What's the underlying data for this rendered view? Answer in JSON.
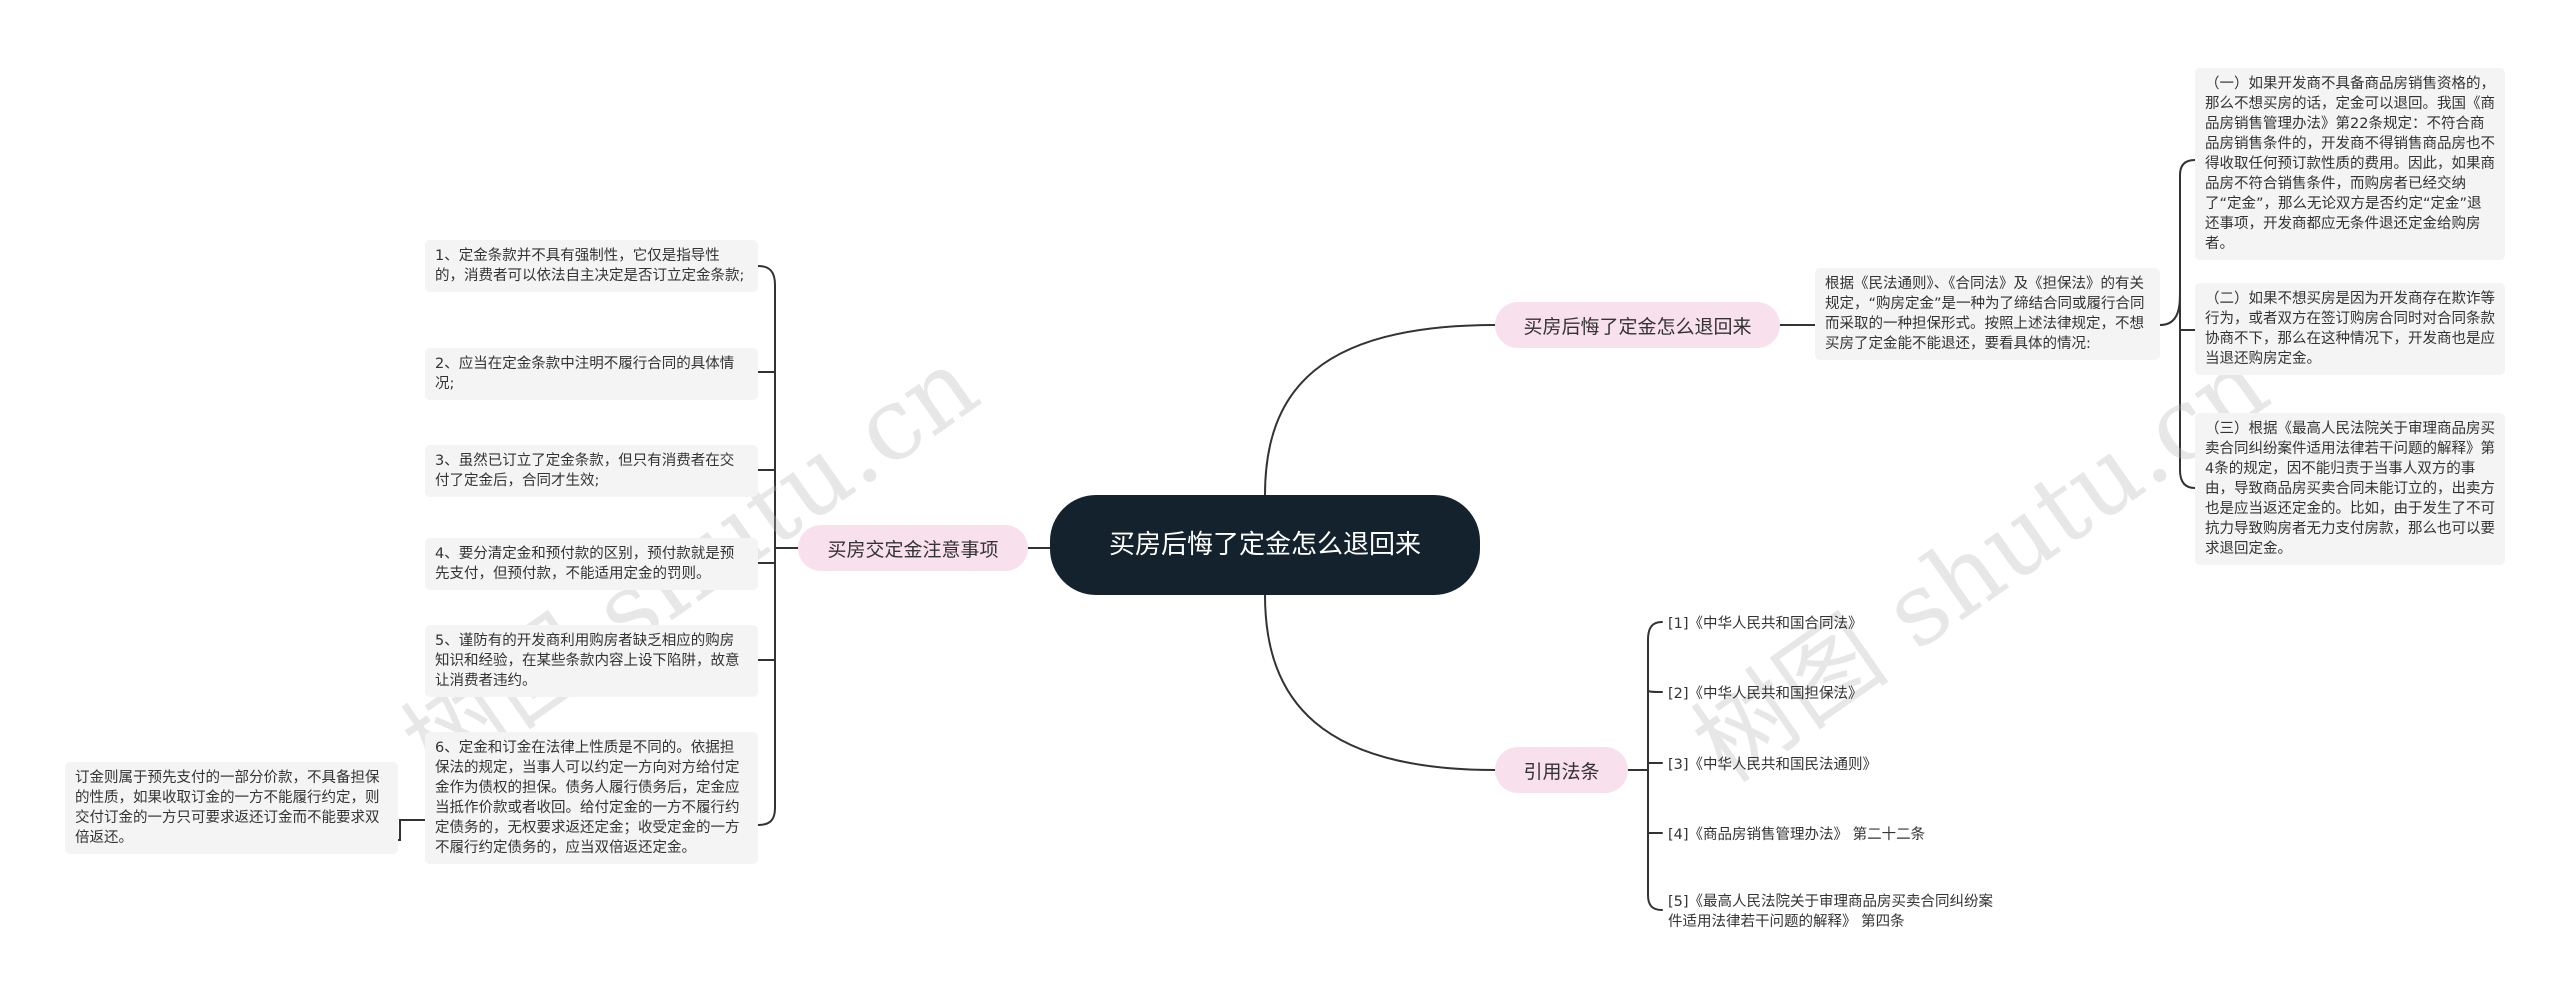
{
  "root": {
    "label": "买房后悔了定金怎么退回来"
  },
  "branches": {
    "refund": {
      "label": "买房后悔了定金怎么退回来",
      "intro": "根据《民法通则》、《合同法》及《担保法》的有关规定，“购房定金”是一种为了缔结合同或履行合同而采取的一种担保形式。按照上述法律规定，不想买房了定金能不能退还，要看具体的情况:",
      "items": [
        "（一）如果开发商不具备商品房销售资格的，那么不想买房的话，定金可以退回。我国《商品房销售管理办法》第22条规定：不符合商品房销售条件的，开发商不得销售商品房也不得收取任何预订款性质的费用。因此，如果商品房不符合销售条件，而购房者已经交纳了“定金”，那么无论双方是否约定“定金”退还事项，开发商都应无条件退还定金给购房者。",
        "（二）如果不想买房是因为开发商存在欺诈等行为，或者双方在签订购房合同时对合同条款协商不下，那么在这种情况下，开发商也是应当退还购房定金。",
        "（三）根据《最高人民法院关于审理商品房买卖合同纠纷案件适用法律若干问题的解释》第4条的规定，因不能归责于当事人双方的事由，导致商品房买卖合同未能订立的，出卖方也是应当返还定金的。比如，由于发生了不可抗力导致购房者无力支付房款，那么也可以要求退回定金。"
      ]
    },
    "laws": {
      "label": "引用法条",
      "items": [
        "[1]《中华人民共和国合同法》",
        "[2]《中华人民共和国担保法》",
        "[3]《中华人民共和国民法通则》",
        "[4]《商品房销售管理办法》 第二十二条",
        "[5]《最高人民法院关于审理商品房买卖合同纠纷案件适用法律若干问题的解释》 第四条"
      ]
    },
    "notes": {
      "label": "买房交定金注意事项",
      "items": [
        "1、定金条款并不具有强制性，它仅是指导性的，消费者可以依法自主决定是否订立定金条款;",
        "2、应当在定金条款中注明不履行合同的具体情况;",
        "3、虽然已订立了定金条款，但只有消费者在交付了定金后，合同才生效;",
        "4、要分清定金和预付款的区别，预付款就是预先支付，但预付款，不能适用定金的罚则。",
        "5、谨防有的开发商利用购房者缺乏相应的购房知识和经验，在某些条款内容上设下陷阱，故意让消费者违约。",
        "6、定金和订金在法律上性质是不同的。依据担保法的规定，当事人可以约定一方向对方给付定金作为债权的担保。债务人履行债务后，定金应当抵作价款或者收回。给付定金的一方不履行约定债务的，无权要求返还定金；收受定金的一方不履行约定债务的，应当双倍返还定金。"
      ],
      "sub": "订金则属于预先支付的一部分价款，不具备担保的性质，如果收取订金的一方不能履行约定，则交付订金的一方只可要求返还订金而不能要求双倍返还。"
    }
  },
  "watermark": [
    "树图 shutu.cn",
    "树图 shutu.cn"
  ],
  "colors": {
    "root_bg": "#14222e",
    "branch_bg": "#f8e0ec",
    "leaf_bg": "#f4f4f4",
    "edge": "#333333"
  }
}
